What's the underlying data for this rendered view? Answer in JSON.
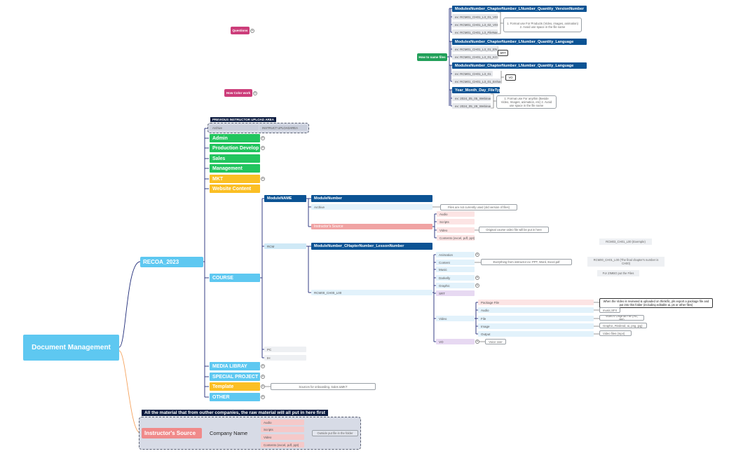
{
  "root": "Document Management",
  "recoa": "RECOA_2023",
  "instructor_source": "Instructor's Source",
  "questions": "Questions",
  "how_color_work": "How Color work",
  "how_to_name": "How to name files",
  "naming": {
    "h1": "ModulesNumber_ChapterNumber_LNumber_Quantity_VersionNumber",
    "ex1a": "ex: RCM01_CH01_L3_01_V01",
    "ex1b": "ex: RCM01_CH01_L3_02_V01",
    "ex1c": "ex: RCM01_CH01_L3_FileName_V01",
    "c1": "1. Format use For Products (Video, images, animation) 2. Avoid use space in the file name",
    "h2": "ModulesNumber_ChapterNumber_LNumber_Quantity_Language",
    "ex2a": "ex: RCM01_CH01_L3_01_EN",
    "ex2b": "ex: RCM01_CH01_L3_01_KO",
    "c2": "SRT",
    "h3": "ModulesNumber_ChapterNumber_LNumber_Quantity_Language",
    "ex3a": "ex: RCM01_CH01_L3_01",
    "ex3b": "ex: RCM01_CH01_L3_01_Enhanced",
    "c3": "VO",
    "h4": "Year_Month_Day_FileType",
    "ex4a": "ex: 2024_05_05_Webinar",
    "ex4b": "ex: 2024_05_29_Webinar",
    "c4": "1. Format use For anythin (Beside Video, Images, animation, etc) 2. Avoid use space in the file name"
  },
  "prev_area": "PREVIOUS INSTRUCTOR UPLOAD AREA",
  "archive": "Archive",
  "instruct_upload": "INSTRUCT UPLOADAREA",
  "branches": {
    "admin": "Admin",
    "prod": "Production Develop",
    "sales": "Sales",
    "mgmt": "Management",
    "mkt": "MKT",
    "web": "Website Content",
    "course": "COURSE",
    "media": "MEDIA LIBRAY",
    "special": "SPECIAL PROJECT",
    "template": "Template",
    "other": "OTHER"
  },
  "course": {
    "modulename": "ModuleNAME",
    "modulenumber": "ModuleNumber",
    "archive": "Archive",
    "archive_note": "Files are not currently used (old version of files)",
    "inst_source": "Instructor's Source",
    "audio": "Audio",
    "scripts": "Scripts",
    "video": "Video",
    "video_note": "Original course video file will be put in here",
    "contents": "Contents (excel, pdf, ppt)",
    "rcm": "RCM",
    "lesson": "ModuleNumber_CHapterNumber_LessonNumber",
    "rcm_l00": "RCM00_CH00_L00",
    "animation": "Animation",
    "content": "Content",
    "content_note": "Everything from instructor ex: PPT, Word, Excel,pdf",
    "music": "Music",
    "darkelly": "Darkelly",
    "graphic": "Graphic",
    "srt": "SRT",
    "video2": "Video",
    "package": "Package File",
    "package_note": "When the Video is reviewed & uploaded on thinkific, pls export a package file and put into this folder (including editable ai, ps or other files)",
    "v_audio": "Audio",
    "v_audio_note": "music,SFX",
    "v_file": "File",
    "v_file_note": "Video's Original File (AE, PR)",
    "v_image": "Image",
    "v_image_note": "Graphic, Rivdeod, ai, png, jpg)",
    "v_output": "Output",
    "v_output_note": "Video files (mp4)",
    "vo": "VO",
    "vo_note": "Voice over",
    "pc": "PC",
    "ih": "IH",
    "ex_rcm03": "RCM03_CH01_L00 (Exemple)",
    "ex_rcm00": "RCM00_CH01_L00 (The final chapter's number is CH00)",
    "ex_zimbo": "For ZIMBO put the Files"
  },
  "template_note": "Sources for onboarding, Sales &MKT",
  "outside_title": "All the material that from outher companies, the raw material will all put in here first",
  "company_name": "Company Name",
  "cs": {
    "audio": "Audio",
    "scripts": "Scripts",
    "video": "Video",
    "contents": "Contents (excel, pdf, ppt)",
    "note": "Outside put file in the folder"
  },
  "colors": {
    "root": "#5ec8f1",
    "green": "#22c55e",
    "yellow": "#fbbf24",
    "navy": "#0b5394",
    "pink": "#f08a8a",
    "line_main": "#1e2a78",
    "line_orange": "#f5a25d"
  }
}
